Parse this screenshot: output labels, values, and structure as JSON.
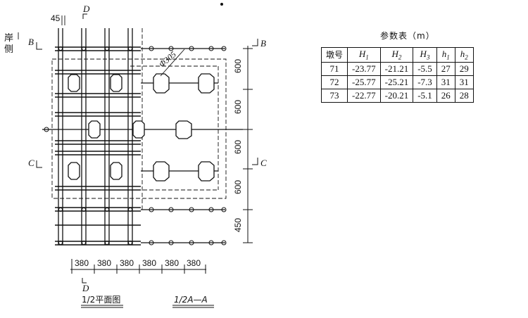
{
  "table": {
    "title": "参数表（m）",
    "headers": [
      "墩号",
      "H1",
      "H2",
      "H3",
      "h1",
      "h2"
    ],
    "rows": [
      [
        "71",
        "-23.77",
        "-21.21",
        "-5.5",
        "27",
        "29"
      ],
      [
        "72",
        "-25.77",
        "-25.21",
        "-7.3",
        "31",
        "31"
      ],
      [
        "73",
        "-22.77",
        "-20.21",
        "-5.1",
        "26",
        "28"
      ]
    ]
  },
  "drawing": {
    "bank_side_label": "岸侧",
    "pile_diameter": "Φ305",
    "top_dim": "45",
    "section_marks": {
      "B": "B",
      "C": "C",
      "D": "D"
    },
    "vertical_dims": [
      "600",
      "600",
      "600",
      "600",
      "450"
    ],
    "horizontal_dims": [
      "380",
      "380",
      "380",
      "380",
      "380",
      "380"
    ],
    "caption_plan": "1/2平面图",
    "caption_section": "1/2A—A"
  }
}
